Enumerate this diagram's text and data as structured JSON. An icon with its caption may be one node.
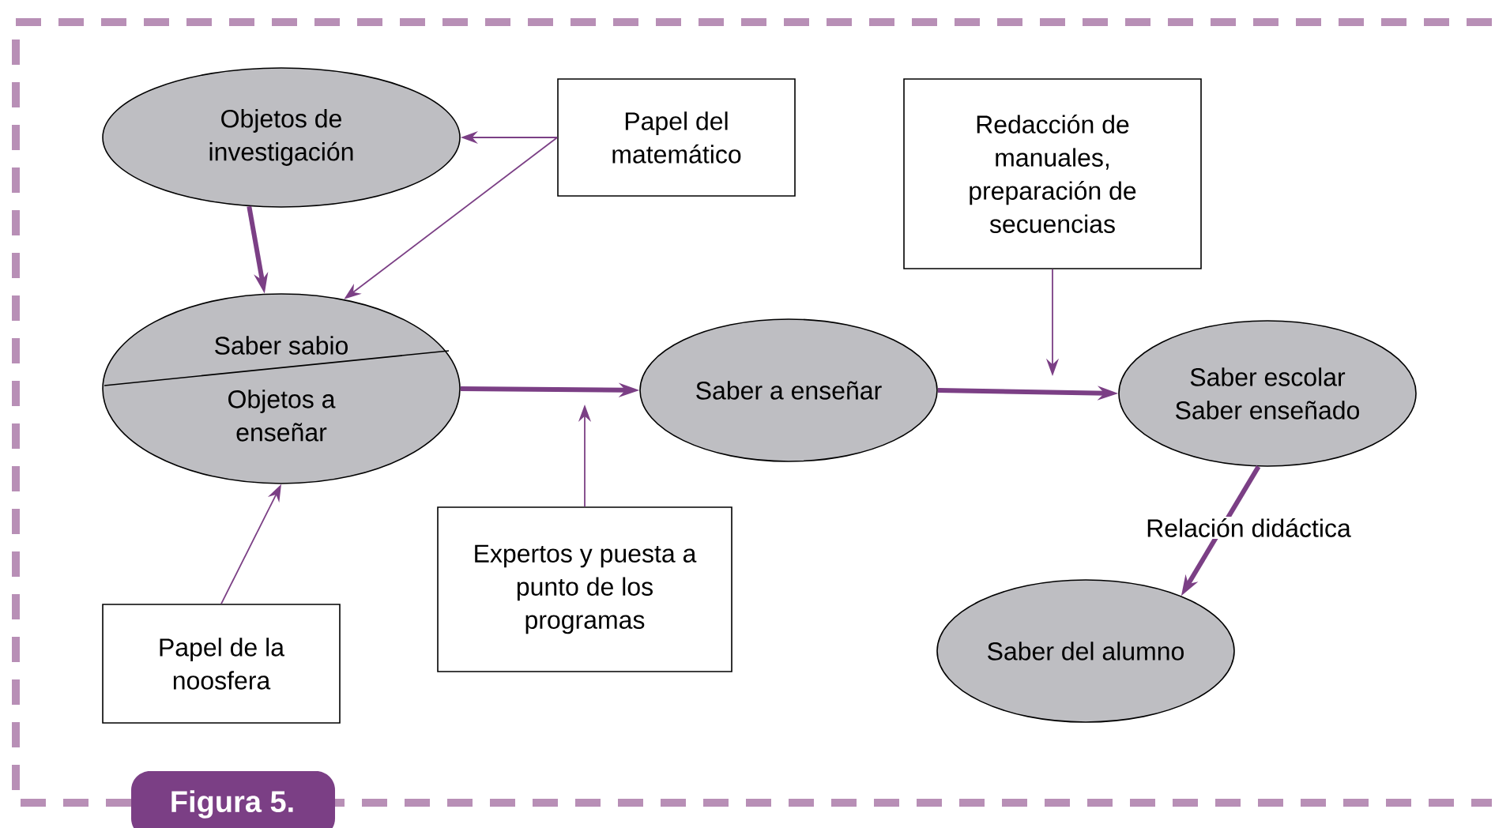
{
  "diagram": {
    "title": "Figura 5.",
    "nodes": [
      {
        "text": [
          "Objetos de investigación"
        ]
      },
      {
        "text": [
          "Papel del matemático"
        ]
      },
      {
        "text": [
          "Saber sabio",
          "Objetos a enseñar"
        ]
      },
      {
        "text": [
          "Redacción de manuales, preparación de secuencias"
        ]
      },
      {
        "text": [
          "Saber a enseñar"
        ]
      },
      {
        "text": [
          "Saber escolar",
          "Saber enseñado"
        ]
      },
      {
        "text": [
          "Expertos y puesta a punto de los programas"
        ]
      },
      {
        "text": [
          "Papel de la noosfera"
        ]
      },
      {
        "text": [
          "Saber del alumno"
        ]
      }
    ],
    "edges": [
      {
        "from": 1,
        "to": 0,
        "arrow": "to"
      },
      {
        "from": 1,
        "to": 2,
        "arrow": "to"
      },
      {
        "from": 0,
        "to": 2,
        "arrow": "to",
        "style": "thick"
      },
      {
        "from": 2,
        "to": 4,
        "arrow": "to",
        "style": "thick"
      },
      {
        "from": 3,
        "to": null,
        "arrow": "to"
      },
      {
        "from": 4,
        "to": 5,
        "arrow": "to",
        "style": "thick"
      },
      {
        "from": 6,
        "to": null,
        "arrow": "to"
      },
      {
        "from": 7,
        "to": 2,
        "arrow": "to"
      },
      {
        "from": 5,
        "to": 8,
        "arrow": "to",
        "label": "Relación didáctica",
        "style": "thick"
      }
    ]
  }
}
